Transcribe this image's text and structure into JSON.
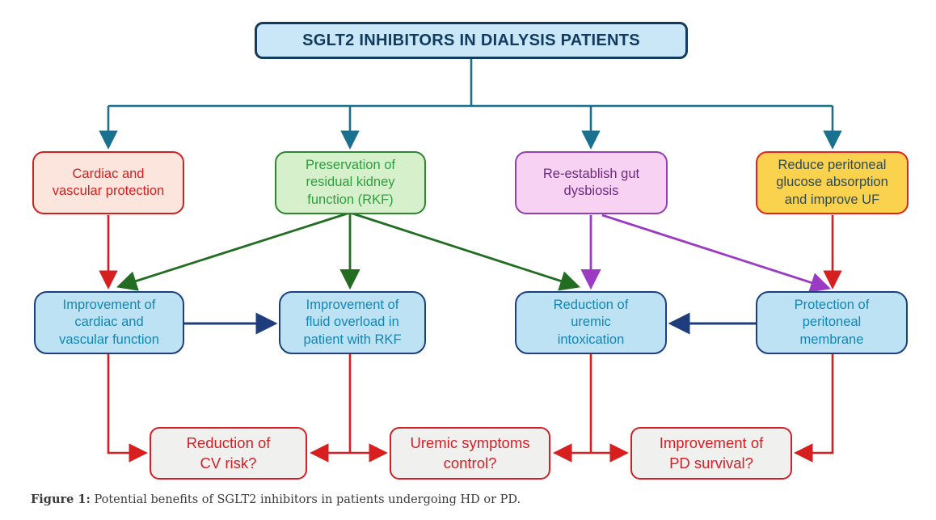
{
  "figure": {
    "title": "SGLT2 INHIBITORS IN DIALYSIS PATIENTS",
    "caption_label": "Figure 1:",
    "caption_text": "Potential benefits of SGLT2 inhibitors in patients undergoing HD or PD."
  },
  "mechanisms": [
    {
      "id": "cardiac-vascular-protection",
      "label": "Cardiac and\nvascular protection"
    },
    {
      "id": "preservation-rkf",
      "label": "Preservation of\nresidual kidney\nfunction (RKF)"
    },
    {
      "id": "re-establish-gut-dysbiosis",
      "label": "Re-establish gut\ndysbiosis"
    },
    {
      "id": "reduce-peritoneal-glucose",
      "label": "Reduce peritoneal\nglucose absorption\nand improve UF"
    }
  ],
  "outcomes": [
    {
      "id": "improve-cardiac-vascular-function",
      "label": "Improvement of\ncardiac and\nvascular function"
    },
    {
      "id": "improve-fluid-overload",
      "label": "Improvement of\nfluid overload in\npatient with RKF"
    },
    {
      "id": "reduce-uremic-intoxication",
      "label": "Reduction of\nuremic\nintoxication"
    },
    {
      "id": "protect-peritoneal-membrane",
      "label": "Protection of\nperitoneal\nmembrane"
    }
  ],
  "questions": [
    {
      "id": "reduction-cv-risk",
      "label": "Reduction of\nCV risk?"
    },
    {
      "id": "uremic-symptoms-control",
      "label": "Uremic symptoms\ncontrol?"
    },
    {
      "id": "improvement-pd-survival",
      "label": "Improvement of\nPD survival?"
    }
  ],
  "colors": {
    "tree_teal": "#19708f",
    "arrow_red": "#d81f1f",
    "arrow_green": "#226d22",
    "arrow_purple": "#9b3bc4",
    "arrow_navy": "#1e3d7d",
    "title_fill": "#c9e7f6",
    "title_border": "#123c5e",
    "outcome_fill": "#bce2f3",
    "question_fill": "#f0f0ef",
    "question_accent": "#d32027"
  }
}
